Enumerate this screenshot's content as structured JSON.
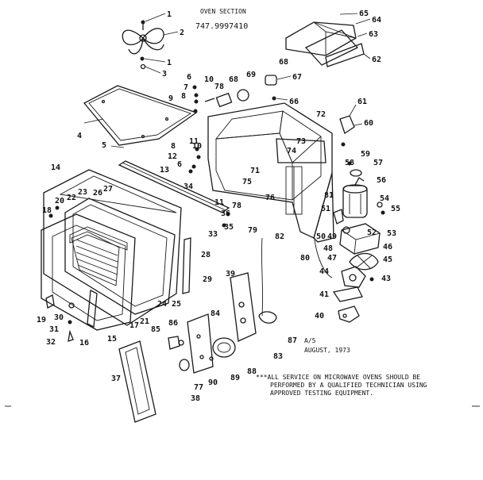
{
  "header": {
    "section": "OVEN SECTION",
    "model": "747.9997410"
  },
  "footer": {
    "page": "A/5",
    "date": "AUGUST, 1973",
    "note_lines": [
      "***ALL SERVICE ON MICROWAVE OVENS SHOULD BE",
      "PERFORMED BY A QUALIFIED TECHNICIAN USING",
      "APPROVED TESTING EQUIPMENT."
    ]
  },
  "parts": {
    "p1a": "1",
    "p2": "2",
    "p1b": "1",
    "p3": "3",
    "p4": "4",
    "p5": "5",
    "p6a": "6",
    "p7": "7",
    "p8a": "8",
    "p9": "9",
    "p10": "10",
    "p78a": "78",
    "p68a": "68",
    "p69": "69",
    "p68b": "68",
    "p67": "67",
    "p66": "66",
    "p65": "65",
    "p64": "64",
    "p63": "63",
    "p62": "62",
    "p72": "72",
    "p61": "61",
    "p60": "60",
    "p73": "73",
    "p74": "74",
    "p59": "59",
    "p58": "58",
    "p57": "57",
    "p11a": "11",
    "p8b": "8",
    "p12": "12",
    "p6b": "6",
    "p10b": "10",
    "p13": "13",
    "p71": "71",
    "p75": "75",
    "p76": "76",
    "p78b": "78",
    "p11b": "11",
    "p14": "14",
    "p27": "27",
    "p26": "26",
    "p22": "22",
    "p23": "23",
    "p20": "20",
    "p18": "18",
    "p34": "34",
    "p36": "36",
    "p35": "35",
    "p33": "33",
    "p79": "79",
    "p82": "82",
    "p81": "81",
    "p80": "80",
    "p56a": "56",
    "p54": "54",
    "p55": "55",
    "p53": "53",
    "p51": "51",
    "p52": "52",
    "p50": "50",
    "p49": "49",
    "p48": "48",
    "p47": "47",
    "p46": "46",
    "p45": "45",
    "p44": "44",
    "p43": "43",
    "p41": "41",
    "p40": "40",
    "p28": "28",
    "p29": "29",
    "p24": "24",
    "p25": "25",
    "p21": "21",
    "p17": "17",
    "p15": "15",
    "p16": "16",
    "p19": "19",
    "p30": "30",
    "p31": "31",
    "p32": "32",
    "p39": "39",
    "p87": "87",
    "p83": "83",
    "p84": "84",
    "p85": "85",
    "p86": "86",
    "p88": "88",
    "p89": "89",
    "p90": "90",
    "p77": "77",
    "p37": "37",
    "p38": "38"
  }
}
